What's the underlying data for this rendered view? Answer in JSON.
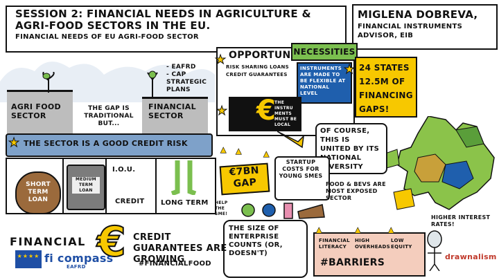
{
  "header": {
    "title_line1": "SESSION 2: FINANCIAL NEEDS IN AGRICULTURE & AGRI-FOOD SECTORS IN THE EU.",
    "subtitle": "FINANCIAL NEEDS OF EU AGRI-FOOD SECTOR"
  },
  "speaker": {
    "name": "MIGLENA DOBREVA,",
    "role": "FINANCIAL INSTRUMENTS ADVISOR, EIB"
  },
  "sectors": {
    "agri_food": "AGRI FOOD SECTOR",
    "gap_text": "THE GAP IS TRADITIONAL BUT...",
    "financial": "FINANCIAL SECTOR",
    "funds": [
      "- EAFRD",
      "- CAP",
      "STRATEGIC PLANS"
    ]
  },
  "credit_risk": "THE SECTOR IS A GOOD CREDIT RISK",
  "loans": {
    "short_term": "SHORT TERM LOAN",
    "medium_term": "MEDIUM TERM LOAN",
    "iou": "I.O.U.",
    "credit": "CREDIT",
    "long_term": "LONG TERM"
  },
  "gap": "€7BN GAP",
  "opportunity": {
    "title": "OPPORTUNITY",
    "items": [
      "RISK SHARING LOANS",
      "CREDIT GUARANTEES"
    ]
  },
  "necessities": {
    "title": "NECESSITIES",
    "instruments": "INSTRUMENTS ARE MADE TO BE FLEXIBLE AT NATIONAL LEVEL",
    "local": "THE INSTRU MENTS MUST BE LOCAL"
  },
  "states": {
    "line1": "24 STATES",
    "line2": "12.5M OF",
    "line3": "FINANCING",
    "line4": "GAPS!"
  },
  "of_course": "OF COURSE, THIS IS UNITED BY ITS NATIONAL DIVERSITY",
  "startup": "STARTUP COSTS FOR YOUNG SMES",
  "help": "HELP THE SME!",
  "food_bevs": "FOOD & BEVS ARE MOST EXPOSED SECTOR",
  "size": "THE SIZE OF ENTERPRISE COUNTS (OR, DOESN'T)",
  "barriers": {
    "items": [
      "FINANCIAL LITERACY",
      "HIGH OVERHEADS",
      "LOW EQUITY"
    ],
    "title": "#BARRIERS"
  },
  "rates": "HIGHER INTEREST RATES!",
  "bottom": {
    "financial": "FINANCIAL",
    "guarantees": "CREDIT GUARANTEES ARE GROWING",
    "hashtag": "#FINANCIALFOOD",
    "brand": "drawnalism",
    "fi_compass": "fi compass",
    "eafrd": "EAFRD"
  },
  "colors": {
    "yellow": "#f7c800",
    "blue": "#1f5fad",
    "green": "#7bbf4f",
    "grey": "#bdbdbd",
    "pink": "#f4cdbd"
  }
}
